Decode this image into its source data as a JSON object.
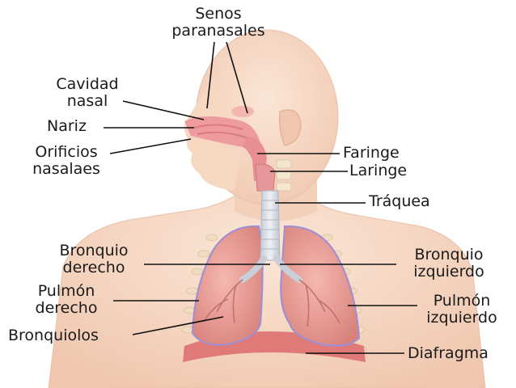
{
  "labels": {
    "senos_1": "Senos",
    "senos_2": "paranasales",
    "cavidad_1": "Cavidad",
    "cavidad_2": "nasal",
    "nariz": "Nariz",
    "orificios_1": "Orificios",
    "orificios_2": "nasalaes",
    "faringe": "Faringe",
    "laringe": "Laringe",
    "traquea": "Tráquea",
    "bronquio_der_1": "Bronquio",
    "bronquio_der_2": "derecho",
    "bronquio_izq_1": "Bronquio",
    "bronquio_izq_2": "izquierdo",
    "pulmon_der_1": "Pulmón",
    "pulmon_der_2": "derecho",
    "pulmon_izq_1": "Pulmón",
    "pulmon_izq_2": "izquierdo",
    "bronquiolos": "Bronquiolos",
    "diafragma": "Diafragma"
  },
  "colors": {
    "skin": "#f7d9c4",
    "skin_shadow": "#e9bfa6",
    "lung": "#f1a7a0",
    "lung_dark": "#d97e78",
    "lung_edge": "#9b8fd6",
    "trachea": "#d9dfe8",
    "nasal": "#f0a3a6",
    "diaphragm": "#e27a78"
  }
}
